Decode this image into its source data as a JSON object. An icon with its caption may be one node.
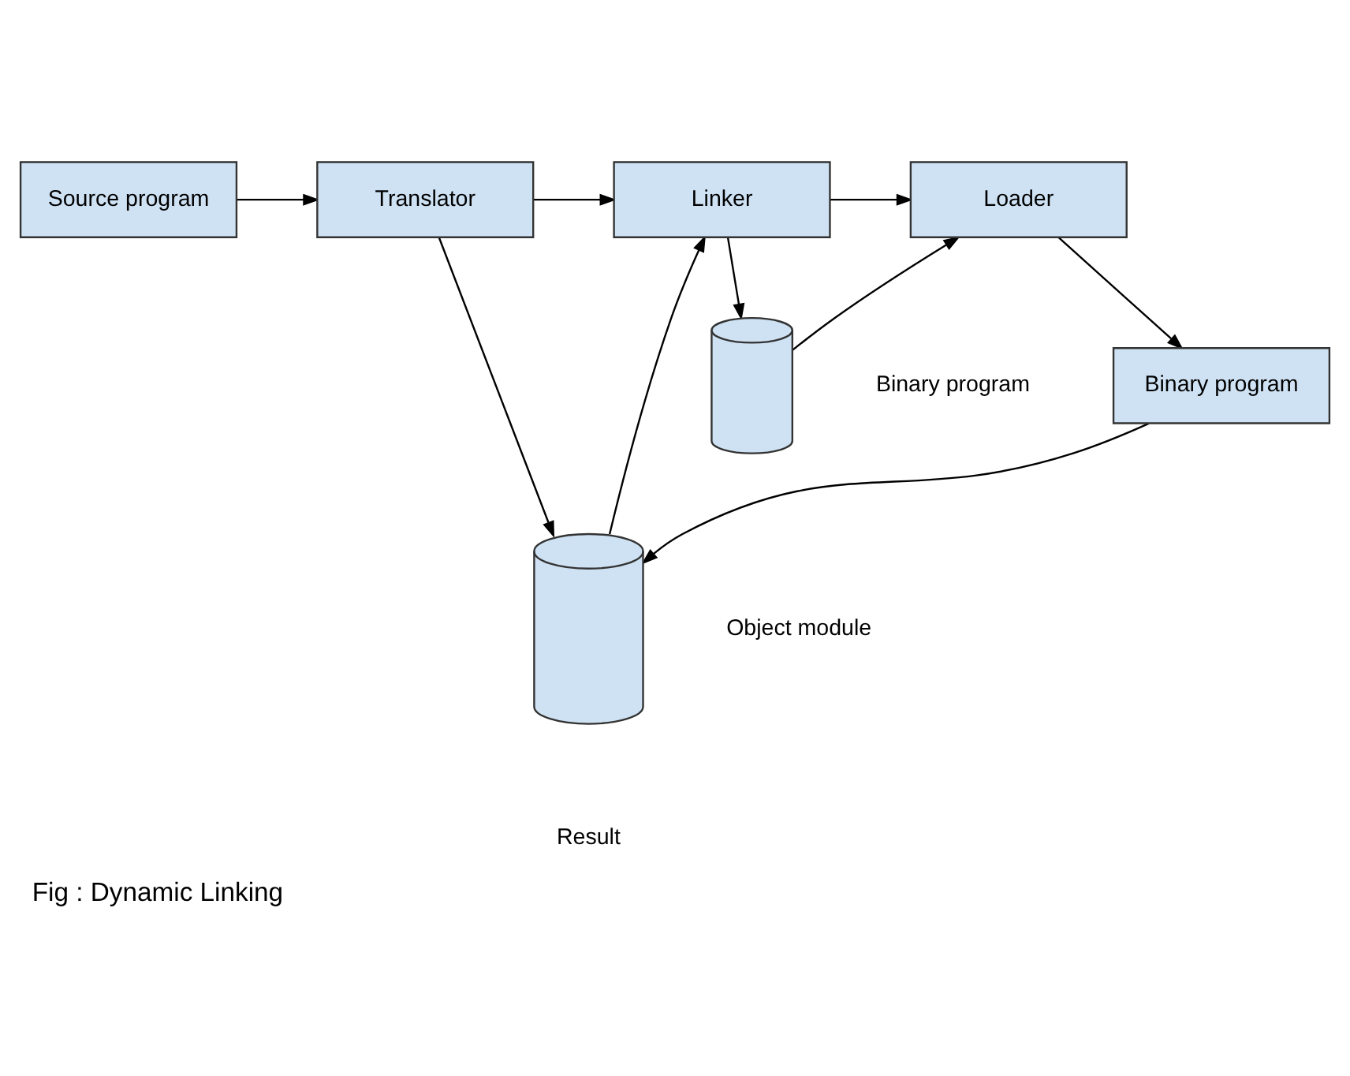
{
  "diagram": {
    "caption": "Fig : Dynamic Linking",
    "nodes": [
      {
        "text": [
          "Source program"
        ]
      },
      {
        "text": [
          "Translator"
        ]
      },
      {
        "text": [
          "Linker"
        ]
      },
      {
        "text": [
          "Loader"
        ]
      },
      {
        "text": [],
        "shape": "cylinder",
        "beside": [
          "Binary program"
        ]
      },
      {
        "text": [],
        "shape": "cylinder",
        "beside": [
          "Object module"
        ]
      },
      {
        "text": [
          "Binary program"
        ]
      }
    ],
    "edges": [
      {
        "from": 0,
        "to": 1,
        "arrow": "to"
      },
      {
        "from": 1,
        "to": 2,
        "arrow": "to"
      },
      {
        "from": 2,
        "to": 3,
        "arrow": "to"
      },
      {
        "from": 1,
        "to": 5,
        "arrow": "to"
      },
      {
        "from": 5,
        "to": 2,
        "arrow": "to"
      },
      {
        "from": 2,
        "to": 4,
        "arrow": "to"
      },
      {
        "from": 4,
        "to": 3,
        "arrow": "to"
      },
      {
        "from": 3,
        "to": 6,
        "arrow": "to"
      },
      {
        "from": 6,
        "to": 5,
        "arrow": "to"
      }
    ],
    "labels": [
      "Result"
    ]
  }
}
